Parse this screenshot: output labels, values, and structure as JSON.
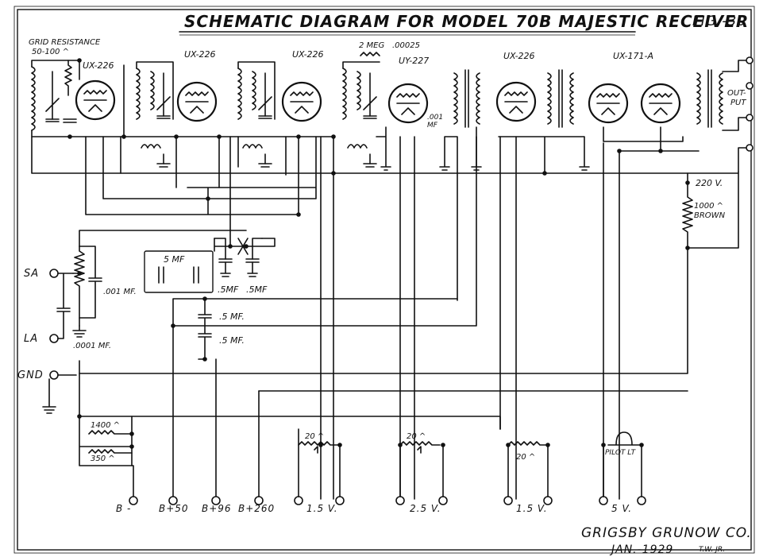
{
  "title": "SCHEMATIC DIAGRAM FOR MODEL 70B MAJESTIC RECEIVER",
  "figure": "FIG.-30",
  "labels": {
    "grid_resistance": "GRID RESISTANCE",
    "grid_resistance_value": "50-100 ^",
    "tube1": "UX-226",
    "tube2": "UX-226",
    "tube3": "UX-226",
    "tube4": "UY-227",
    "tube5": "UX-226",
    "tube6": "UX-171-A",
    "meg": "2 MEG",
    "cap_00025": ".00025",
    "cap_001a": ".001",
    "cap_001b": "MF",
    "output": "OUT-",
    "output2": "PUT",
    "v220": "220 V.",
    "r1000": "1000 ^",
    "brown": "BROWN",
    "cap_5mf_top": "5 MF",
    "cap_5mf_left": ".5MF",
    "cap_5mf_right": ".5MF",
    "cap_5mf_a": ".5 MF.",
    "cap_5mf_b": ".5 MF.",
    "cap_001mf": ".001 MF.",
    "cap_0001mf": ".0001 MF.",
    "r1400": "1400 ^",
    "r350": "350 ^",
    "r20a": "20 ^",
    "r20b": "20 ^",
    "r20c": "20 ^",
    "pilot": "PILOT LT"
  },
  "terminals": {
    "sa": "SA",
    "la": "LA",
    "gnd": "GND",
    "b_minus": "B -",
    "b50": "B+50",
    "b96": "B+96",
    "b260": "B+260",
    "v15a": "1.5 V.",
    "v25": "2.5 V.",
    "v15b": "1.5 V.",
    "v5": "5 V."
  },
  "footer": {
    "company": "GRIGSBY GRUNOW CO.",
    "date": "JAN.-1929",
    "initials": "T.W. JR."
  }
}
